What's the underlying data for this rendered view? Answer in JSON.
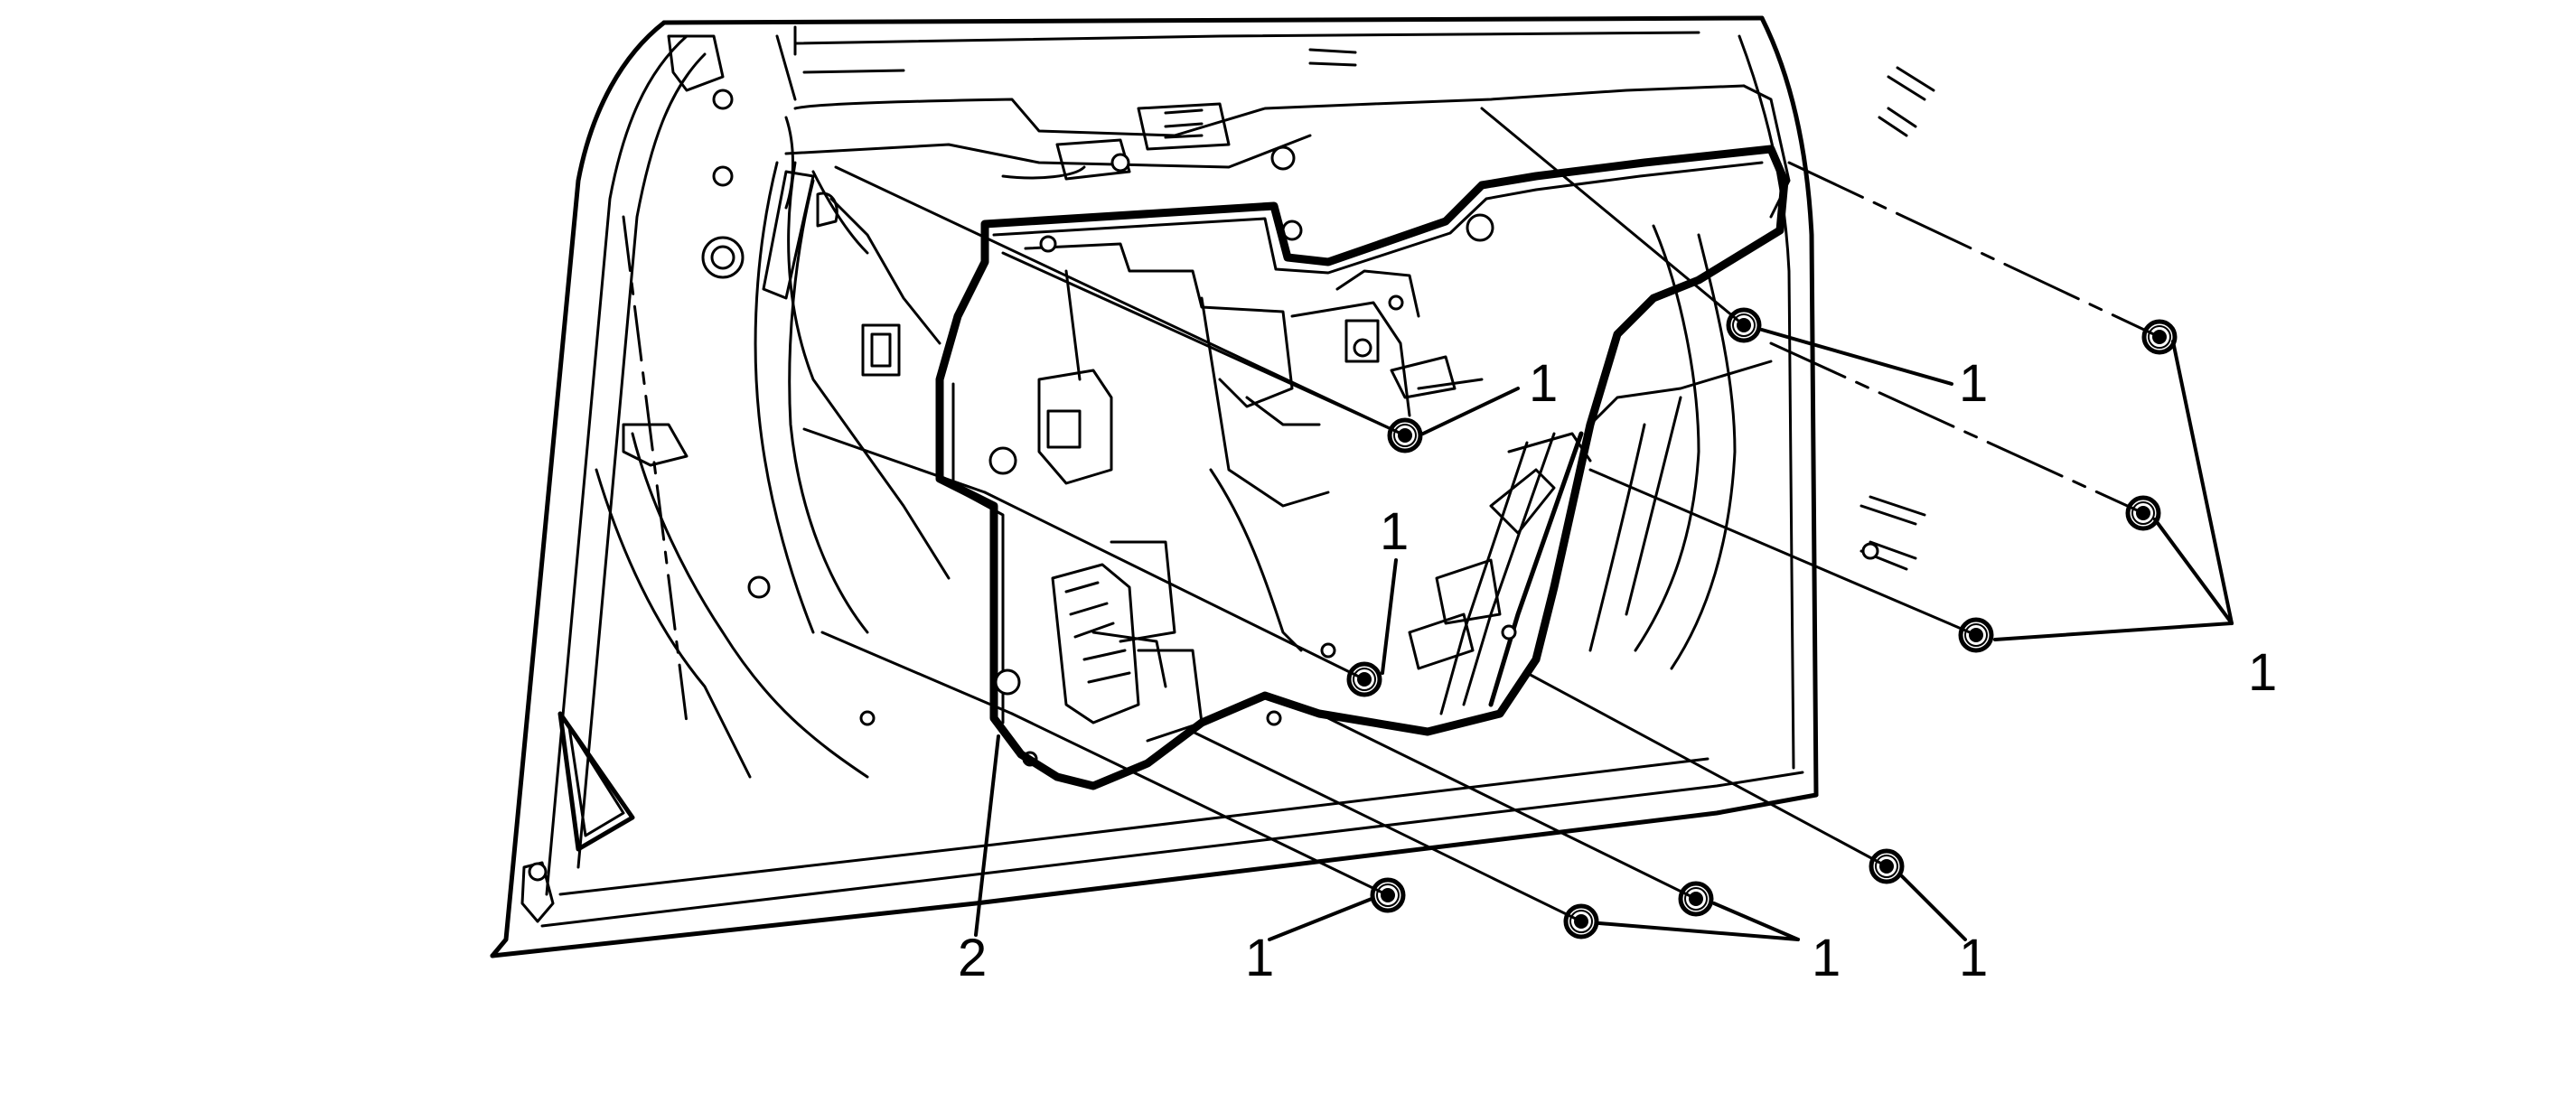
{
  "figure": {
    "callouts": [
      {
        "id": "c1",
        "text": "1",
        "part": "nut"
      },
      {
        "id": "c2",
        "text": "1",
        "part": "nut"
      },
      {
        "id": "c3",
        "text": "1",
        "part": "nut"
      },
      {
        "id": "c4",
        "text": "1",
        "part": "nut"
      },
      {
        "id": "c5",
        "text": "1",
        "part": "nut"
      },
      {
        "id": "c6",
        "text": "1",
        "part": "nut"
      },
      {
        "id": "c7",
        "text": "1",
        "part": "nut"
      },
      {
        "id": "c8",
        "text": "2",
        "part": "window-regulator-module-panel"
      }
    ]
  }
}
